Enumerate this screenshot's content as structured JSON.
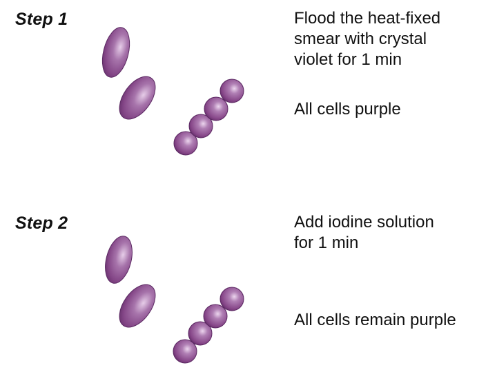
{
  "steps": [
    {
      "label": "Step 1",
      "instruction": "Flood the heat-fixed\nsmear with crystal\nviolet for 1 min",
      "result": "All cells purple"
    },
    {
      "label": "Step 2",
      "instruction": "Add iodine solution\nfor 1 min",
      "result": "All cells remain purple"
    }
  ],
  "colors": {
    "cell_purple": "#8b4a8f",
    "cell_dark": "#5c2a63",
    "cell_light": "#c79bcb"
  },
  "icons": {
    "bacilli": "rod-shaped-bacteria-icon",
    "streptococci": "coccus-chain-bacteria-icon"
  }
}
